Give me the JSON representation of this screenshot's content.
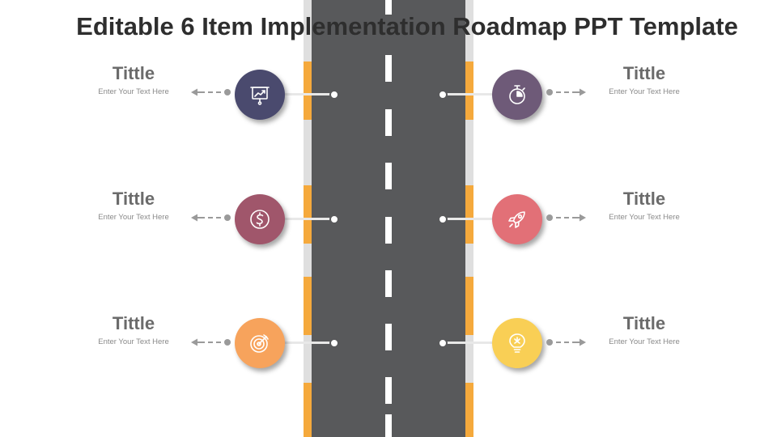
{
  "slide": {
    "title": "Editable 6 Item Implementation Roadmap PPT Template"
  },
  "colors": {
    "road": "#58595b",
    "road_border": "#dfdfdf",
    "curb": "#f5a93c",
    "lane_marking": "#ffffff"
  },
  "items": [
    {
      "side": "left",
      "title": "Tittle",
      "text": "Enter Your Text Here",
      "color": "#4a4a6e",
      "icon": "presentation-chart-icon"
    },
    {
      "side": "left",
      "title": "Tittle",
      "text": "Enter Your Text Here",
      "color": "#a0566b",
      "icon": "dollar-icon"
    },
    {
      "side": "left",
      "title": "Tittle",
      "text": "Enter Your Text Here",
      "color": "#f7a35c",
      "icon": "target-icon"
    },
    {
      "side": "right",
      "title": "Tittle",
      "text": "Enter Your Text Here",
      "color": "#6e5a78",
      "icon": "stopwatch-icon"
    },
    {
      "side": "right",
      "title": "Tittle",
      "text": "Enter Your Text Here",
      "color": "#e27077",
      "icon": "rocket-icon"
    },
    {
      "side": "right",
      "title": "Tittle",
      "text": "Enter Your Text Here",
      "color": "#f9cf55",
      "icon": "lightbulb-icon"
    }
  ]
}
